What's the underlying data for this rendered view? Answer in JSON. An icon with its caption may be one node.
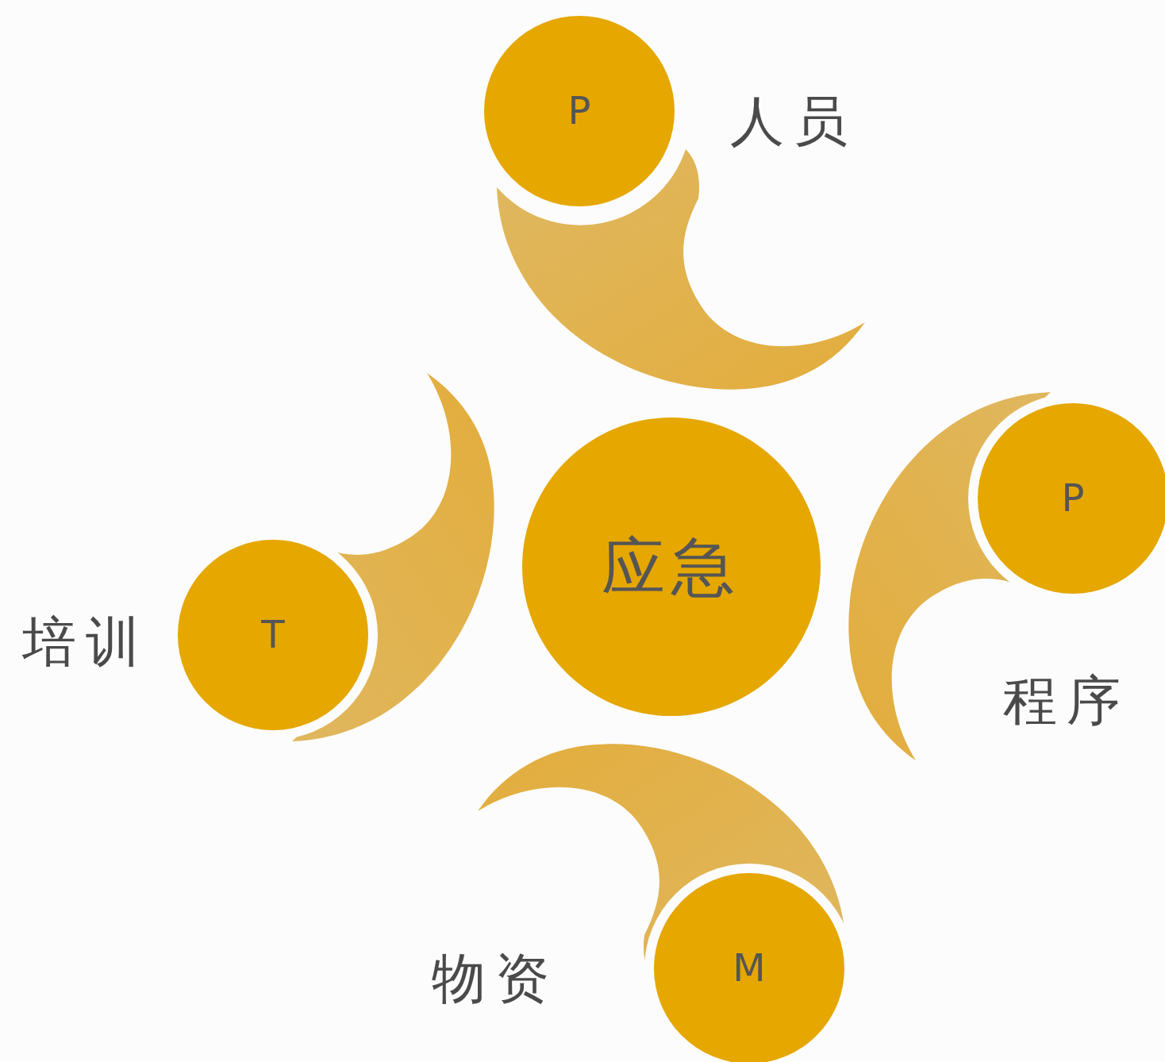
{
  "diagram": {
    "nodes": [
      {
        "text": [
          "P"
        ],
        "beside": [
          "人员"
        ]
      },
      {
        "text": [
          "T"
        ],
        "beside": [
          "培训"
        ]
      },
      {
        "text": [
          "应急"
        ]
      },
      {
        "text": [
          "P"
        ],
        "beside": [
          "程序"
        ]
      },
      {
        "text": [
          "M"
        ],
        "beside": [
          "物资"
        ]
      }
    ]
  }
}
